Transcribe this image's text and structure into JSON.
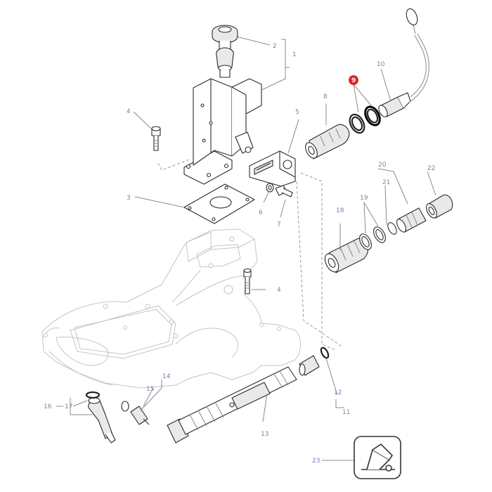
{
  "diagram": {
    "callouts": [
      {
        "id": "c1",
        "text": "1"
      },
      {
        "id": "c2",
        "text": "2"
      },
      {
        "id": "c3",
        "text": "3"
      },
      {
        "id": "c4a",
        "text": "4"
      },
      {
        "id": "c4b",
        "text": "4"
      },
      {
        "id": "c5",
        "text": "5"
      },
      {
        "id": "c6",
        "text": "6"
      },
      {
        "id": "c7",
        "text": "7"
      },
      {
        "id": "c8",
        "text": "8"
      },
      {
        "id": "c9",
        "text": "9",
        "highlighted": true
      },
      {
        "id": "c10",
        "text": "10"
      },
      {
        "id": "c11",
        "text": "11"
      },
      {
        "id": "c12",
        "text": "12"
      },
      {
        "id": "c13",
        "text": "13"
      },
      {
        "id": "c14",
        "text": "14"
      },
      {
        "id": "c15",
        "text": "15"
      },
      {
        "id": "c16",
        "text": "16"
      },
      {
        "id": "c17",
        "text": "17"
      },
      {
        "id": "c18",
        "text": "18"
      },
      {
        "id": "c19",
        "text": "19"
      },
      {
        "id": "c20",
        "text": "20"
      },
      {
        "id": "c21",
        "text": "21"
      },
      {
        "id": "c22",
        "text": "22"
      },
      {
        "id": "c23",
        "text": "23"
      }
    ],
    "colors": {
      "label_text": "#7a7fb0",
      "highlight_badge": "#e0232b",
      "leader_line": "#8a8a8a",
      "part_outline": "#2a2a2a",
      "background_casting": "#c4c4c4"
    },
    "icons": {
      "trailer_hitch": "trailer-hitch-icon"
    }
  }
}
